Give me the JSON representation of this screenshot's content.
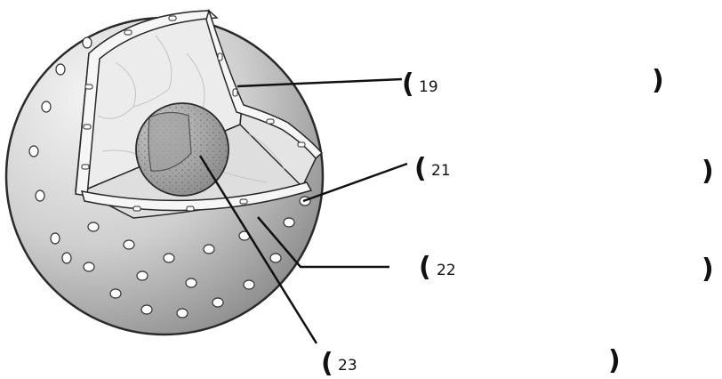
{
  "labels": {
    "l19": {
      "open": "(",
      "number": "19",
      "close": ")"
    },
    "l21": {
      "open": "(",
      "number": "21",
      "close": ")"
    },
    "l22": {
      "open": "(",
      "number": "22",
      "close": ")"
    },
    "l23": {
      "open": "(",
      "number": "23",
      "close": ")"
    }
  },
  "colors": {
    "sphere_light": "#f1f1f1",
    "sphere_dark": "#8f8f8f",
    "cut_face": "#e6e6e6",
    "nucleus": "#a9a9a9",
    "outline": "#2a2a2a",
    "leader_line": "#111111"
  }
}
